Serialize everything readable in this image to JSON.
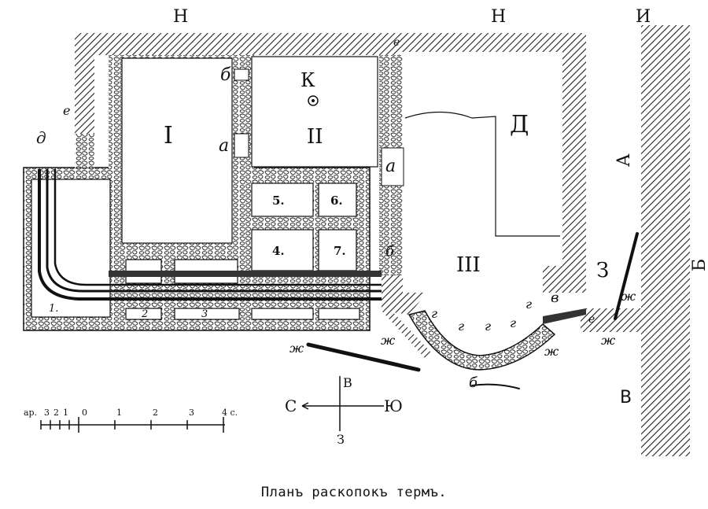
{
  "caption": "Планъ раскопокъ термъ.",
  "colors": {
    "ink": "#111111",
    "paper": "#ffffff"
  },
  "compass": {
    "north": "С",
    "south": "Ю",
    "east": "В",
    "west": "З"
  },
  "scale": {
    "labels": [
      "ар.",
      "3",
      "2",
      "1",
      "0",
      "1",
      "2",
      "3",
      "4 с."
    ]
  },
  "rooms": {
    "I": "I",
    "II": "II",
    "III": "III",
    "D": "Д",
    "Z": "З",
    "r5": "5.",
    "r6": "6.",
    "r7": "7.",
    "r4": "4.",
    "r1": "1.",
    "r2": "2",
    "r3": "3"
  },
  "marks": {
    "K": "К",
    "a_top": "а",
    "b_top": "б",
    "a_mid": "а",
    "b_mid": "б",
    "d": "д",
    "e_left": "е",
    "g1": "г",
    "g2": "г",
    "g3": "г",
    "g4": "г",
    "g5": "г",
    "v": "в",
    "e_low": "е",
    "e_top": "е",
    "zh1": "ж",
    "zh2": "ж",
    "zh3": "ж",
    "zh4": "ж",
    "zh5": "ж",
    "b_bottom": "б"
  },
  "side_labels": {
    "N1": "Н",
    "N2": "Н",
    "I_letter": "И",
    "A": "А",
    "B": "Б",
    "V": "В"
  }
}
